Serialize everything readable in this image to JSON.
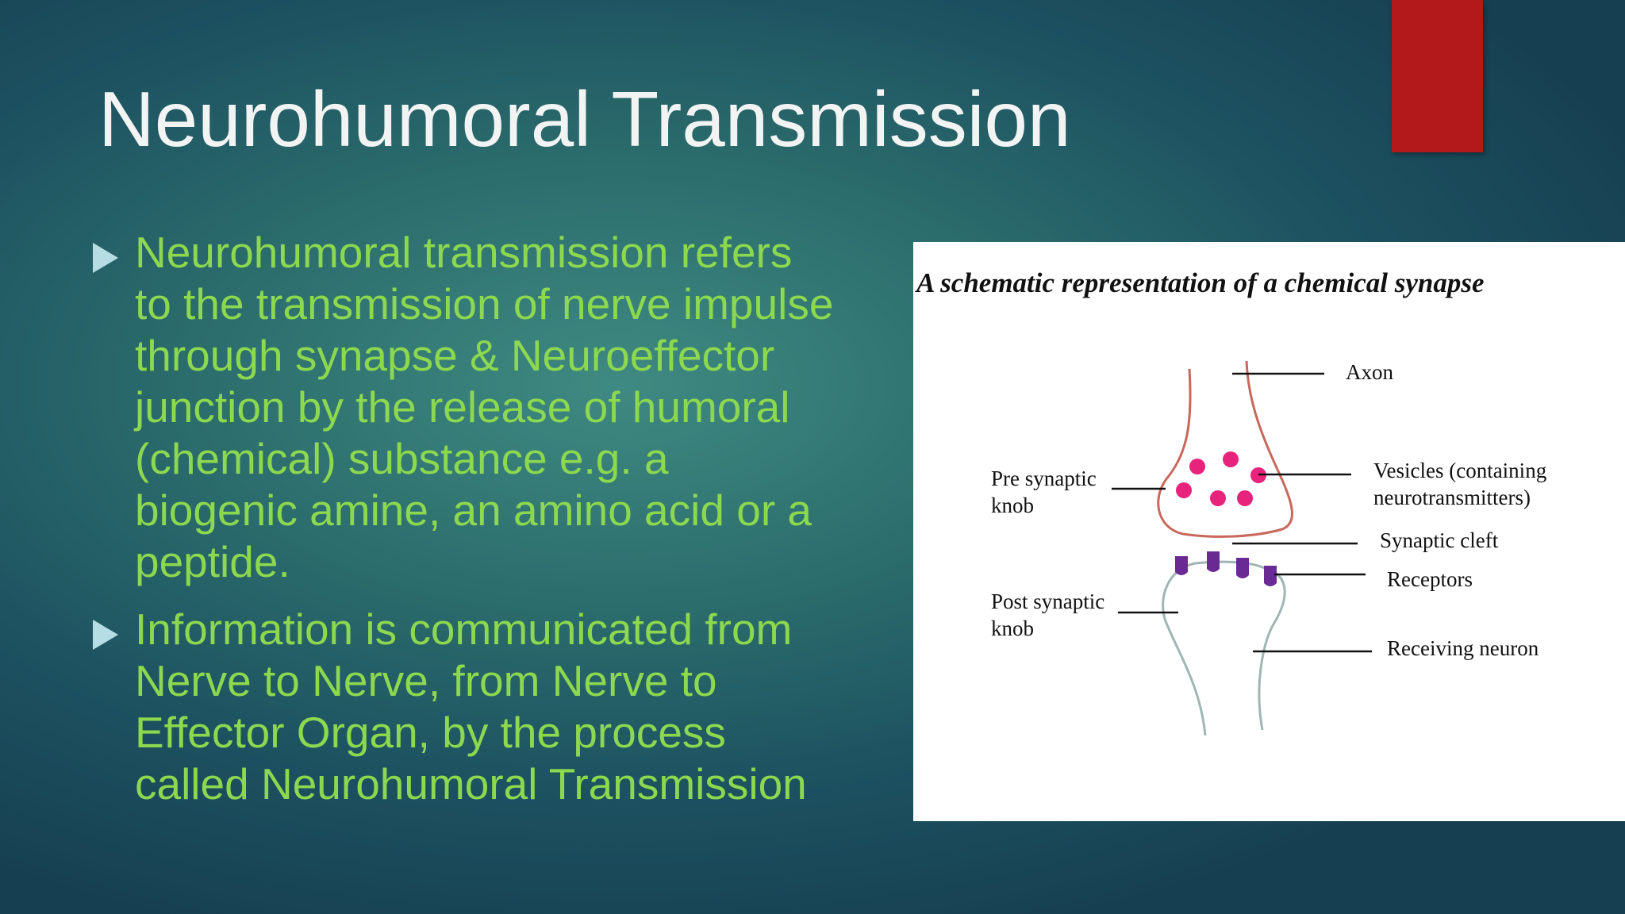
{
  "slide": {
    "title": "Neurohumoral Transmission",
    "bullets": [
      "Neurohumoral transmission refers\nto the transmission of nerve impulse\nthrough synapse  & Neuroeffector\njunction by the release of humoral\n(chemical) substance e.g. a\nbiogenic amine, an amino acid or a\npeptide.",
      "Information is communicated from\nNerve to Nerve, from Nerve to\nEffector Organ, by the process\ncalled Neurohumoral Transmission"
    ]
  },
  "figure": {
    "title": "A schematic representation of a chemical synapse",
    "labels": {
      "axon": "Axon",
      "pre_synaptic_line1": "Pre synaptic",
      "pre_synaptic_line2": "knob",
      "vesicles_line1": "Vesicles (containing",
      "vesicles_line2": "neurotransmitters)",
      "synaptic_cleft": "Synaptic cleft",
      "receptors": "Receptors",
      "post_synaptic_line1": "Post synaptic",
      "post_synaptic_line2": "knob",
      "receiving_neuron": "Receiving neuron"
    }
  },
  "colors": {
    "accent_bar": "#b3191a",
    "title_text": "#f2f4f3",
    "bullet_text": "#8cd84f",
    "bullet_marker": "#b6dde3",
    "presynaptic_outline": "#c8675c",
    "vesicle": "#e8237c",
    "receptor": "#6a2a93",
    "postsynaptic_outline": "#9fb6b3"
  }
}
